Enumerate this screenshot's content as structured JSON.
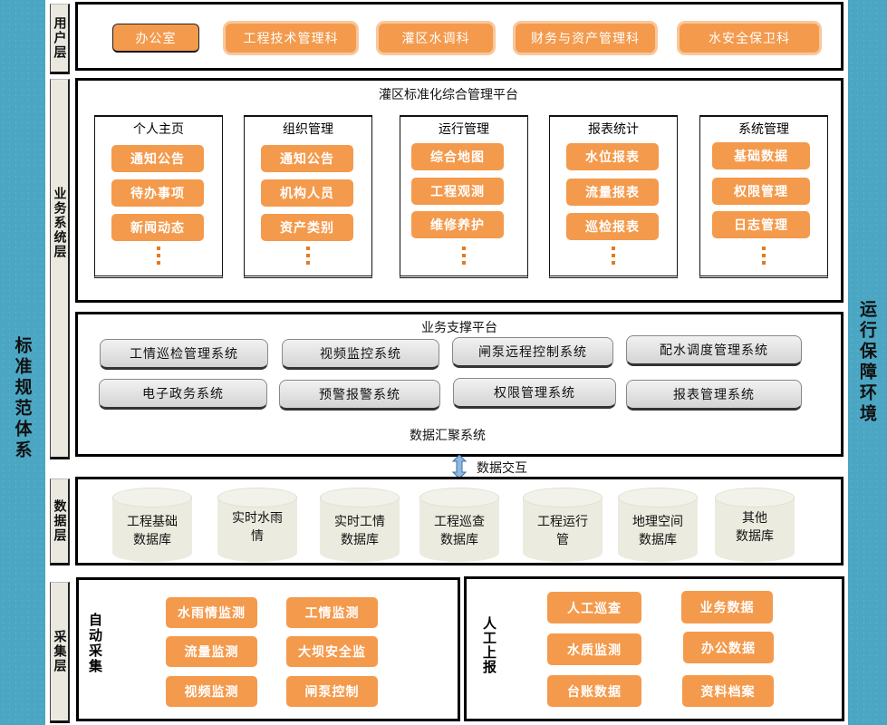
{
  "side_left": "标准规范体系",
  "side_right": "运行保障环境",
  "layers": {
    "user": "用户层",
    "business": "业务系统层",
    "data": "数据层",
    "collect": "采集层"
  },
  "user_layer": {
    "departments": [
      "办公室",
      "工程技术管理科",
      "灌区水调科",
      "财务与资产管理科",
      "水安全保卫科"
    ]
  },
  "platform": {
    "title": "灌区标准化综合管理平台",
    "modules": [
      {
        "title": "个人主页",
        "items": [
          "通知公告",
          "待办事项",
          "新闻动态"
        ]
      },
      {
        "title": "组织管理",
        "items": [
          "通知公告",
          "机构人员",
          "资产类别"
        ]
      },
      {
        "title": "运行管理",
        "items": [
          "综合地图",
          "工程观测",
          "维修养护"
        ]
      },
      {
        "title": "报表统计",
        "items": [
          "水位报表",
          "流量报表",
          "巡检报表"
        ]
      },
      {
        "title": "系统管理",
        "items": [
          "基础数据",
          "权限管理",
          "日志管理"
        ]
      }
    ]
  },
  "support": {
    "title": "业务支撑平台",
    "systems": [
      "工情巡检管理系统",
      "视频监控系统",
      "闸泵远程控制系统",
      "配水调度管理系统",
      "电子政务系统",
      "预警报警系统",
      "权限管理系统",
      "报表管理系统"
    ],
    "aggregation": "数据汇聚系统"
  },
  "exchange_label": "数据交互",
  "databases": [
    "工程基础\n数据库",
    "实时水雨\n情",
    "实时工情\n数据库",
    "工程巡查\n数据库",
    "工程运行\n管",
    "地理空间\n数据库",
    "其他\n数据库"
  ],
  "collect": {
    "auto": {
      "label": "自动采集",
      "items": [
        "水雨情监测",
        "工情监测",
        "流量监测",
        "大坝安全监",
        "视频监测",
        "闸泵控制"
      ]
    },
    "manual": {
      "label": "人工上报",
      "items": [
        "人工巡查",
        "业务数据",
        "水质监测",
        "办公数据",
        "台账数据",
        "资料档案"
      ]
    }
  },
  "colors": {
    "accent_orange": "#f49a4c",
    "side_blue": "#4aa6c3",
    "exchange_arrow": "#8fb8e0"
  }
}
